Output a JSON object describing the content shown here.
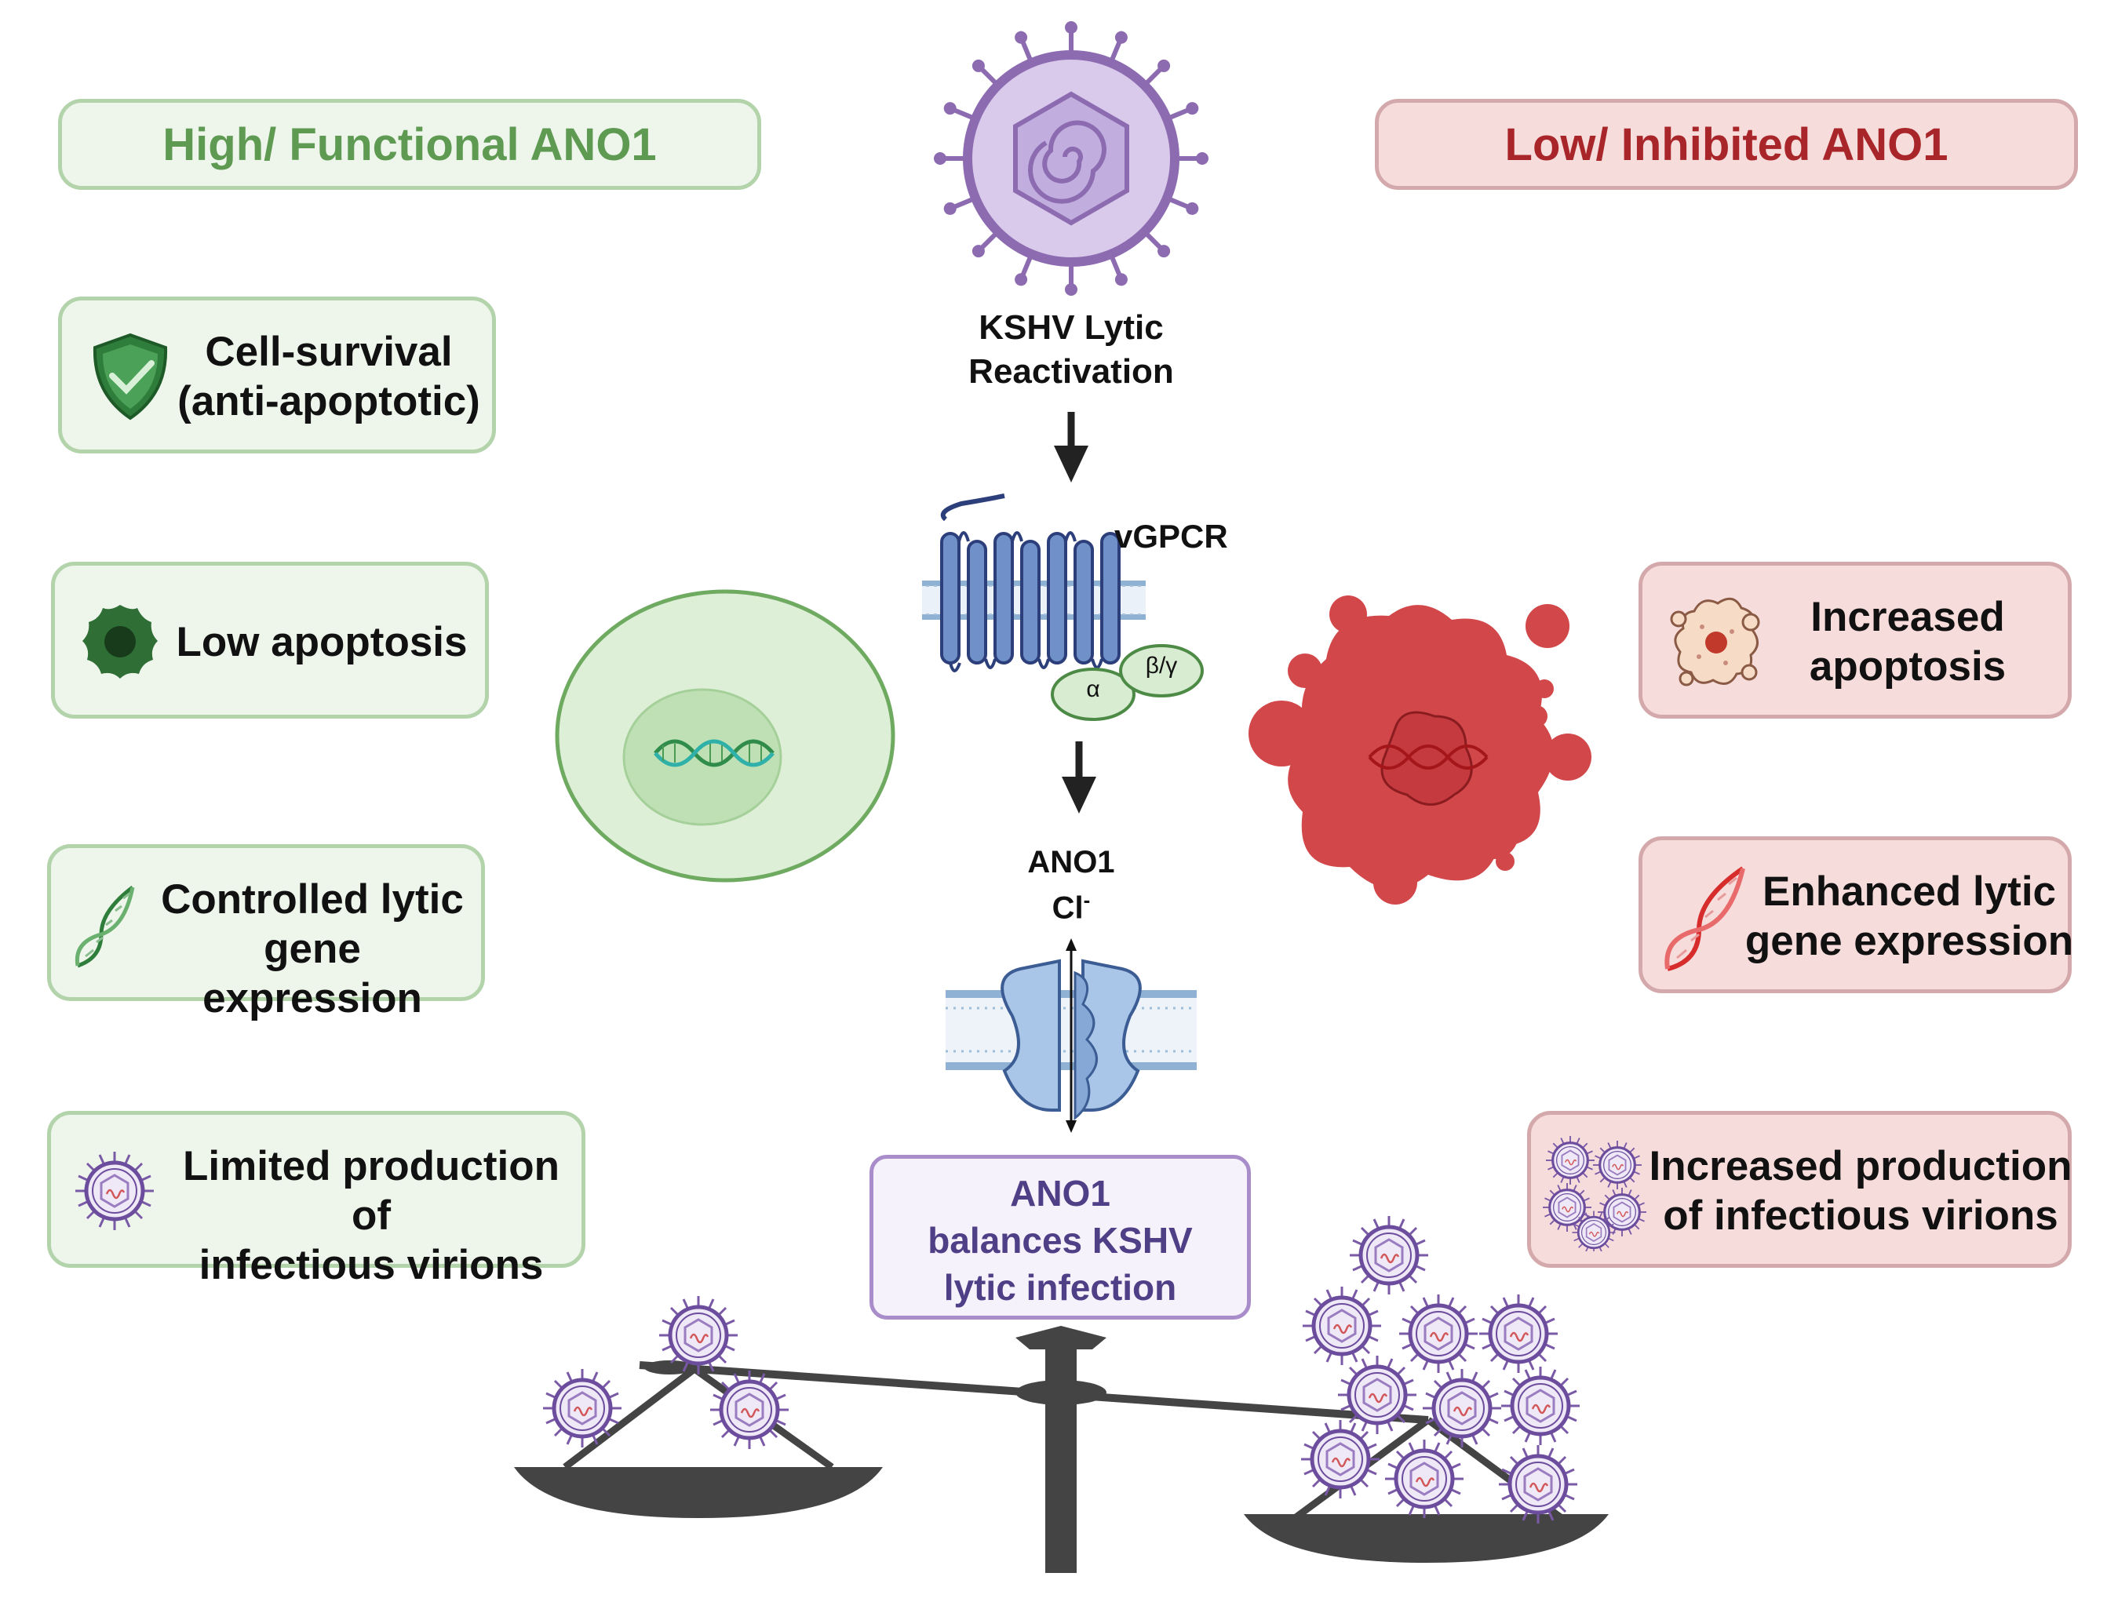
{
  "left_header": "High/ Functional ANO1",
  "right_header": "Low/ Inhibited ANO1",
  "center": {
    "virus_label_line1": "KSHV Lytic",
    "virus_label_line2": "Reactivation",
    "vgpcr_label": "vGPCR",
    "alpha_label": "α",
    "betagamma_label": "β/γ",
    "ano1_label": "ANO1",
    "cl_label": "Cl",
    "cl_superscript": "-",
    "balance_line1": "ANO1",
    "balance_line2": "balances KSHV",
    "balance_line3": "lytic infection"
  },
  "left_items": [
    {
      "line1": "Cell-survival",
      "line2": "(anti-apoptotic)",
      "icon": "shield-check-icon"
    },
    {
      "line1": "Low apoptosis",
      "icon": "dark-cell-icon"
    },
    {
      "line1": "Controlled lytic",
      "line2": "gene expression",
      "icon": "dna-icon"
    },
    {
      "line1": "Limited production of",
      "line2": "infectious virions",
      "icon": "virion-icon"
    }
  ],
  "right_items": [
    {
      "line1": "Increased",
      "line2": "apoptosis",
      "icon": "apoptotic-cell-icon"
    },
    {
      "line1": "Enhanced lytic",
      "line2": "gene expression",
      "icon": "dna-icon"
    },
    {
      "line1": "Increased production",
      "line2": "of infectious virions",
      "icon": "virion-cluster-icon"
    }
  ],
  "colors": {
    "green_text": "#5f9a53",
    "green_box": "#eef6ec",
    "red_text": "#a8262a",
    "red_box": "#f7dcdc",
    "purple": "#8c6bb1",
    "balance_text": "#4f3f86",
    "scale": "#444444"
  }
}
